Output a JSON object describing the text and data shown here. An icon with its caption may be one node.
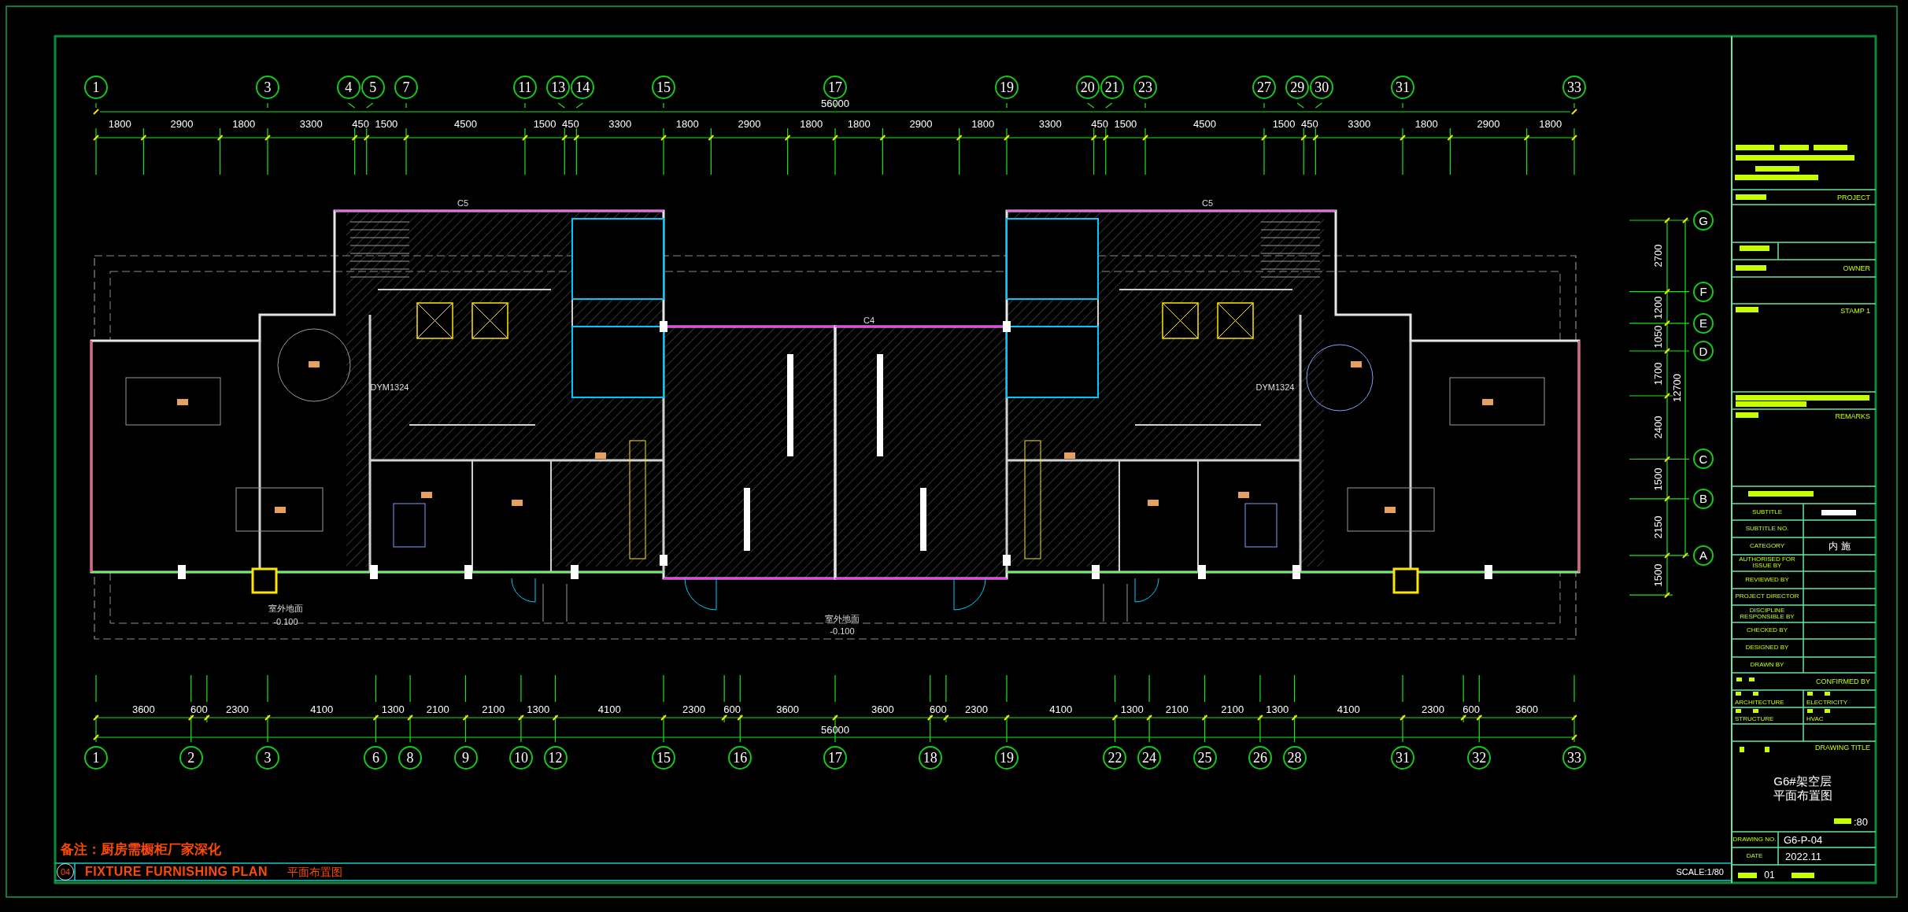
{
  "diagram": {
    "title": "FIXTURE FURNISHING PLAN",
    "nodes": [
      {
        "text": [
          "1"
        ]
      },
      {
        "text": [
          "3"
        ]
      },
      {
        "text": [
          "4"
        ]
      },
      {
        "text": [
          "5"
        ]
      },
      {
        "text": [
          "7"
        ]
      },
      {
        "text": [
          "11"
        ]
      },
      {
        "text": [
          "13"
        ]
      },
      {
        "text": [
          "14"
        ]
      },
      {
        "text": [
          "15"
        ]
      },
      {
        "text": [
          "17"
        ]
      },
      {
        "text": [
          "19"
        ]
      },
      {
        "text": [
          "20"
        ]
      },
      {
        "text": [
          "21"
        ]
      },
      {
        "text": [
          "23"
        ]
      },
      {
        "text": [
          "27"
        ]
      },
      {
        "text": [
          "29"
        ]
      },
      {
        "text": [
          "30"
        ]
      },
      {
        "text": [
          "31"
        ]
      },
      {
        "text": [
          "33"
        ]
      },
      {
        "text": [
          "G"
        ]
      },
      {
        "text": [
          "F"
        ]
      },
      {
        "text": [
          "E"
        ]
      },
      {
        "text": [
          "D"
        ]
      },
      {
        "text": [
          "C"
        ]
      },
      {
        "text": [
          "B"
        ]
      },
      {
        "text": [
          "A"
        ]
      },
      {
        "text": [
          "1"
        ]
      },
      {
        "text": [
          "2"
        ]
      },
      {
        "text": [
          "3"
        ]
      },
      {
        "text": [
          "6"
        ]
      },
      {
        "text": [
          "8"
        ]
      },
      {
        "text": [
          "9"
        ]
      },
      {
        "text": [
          "10"
        ]
      },
      {
        "text": [
          "12"
        ]
      },
      {
        "text": [
          "15"
        ]
      },
      {
        "text": [
          "16"
        ]
      },
      {
        "text": [
          "17"
        ]
      },
      {
        "text": [
          "18"
        ]
      },
      {
        "text": [
          "19"
        ]
      },
      {
        "text": [
          "22"
        ]
      },
      {
        "text": [
          "24"
        ]
      },
      {
        "text": [
          "25"
        ]
      },
      {
        "text": [
          "26"
        ]
      },
      {
        "text": [
          "28"
        ]
      },
      {
        "text": [
          "31"
        ]
      },
      {
        "text": [
          "32"
        ]
      },
      {
        "text": [
          "33"
        ]
      },
      {
        "text": [
          "04"
        ]
      }
    ],
    "labels": [
      "56000",
      "1800",
      "2900",
      "1800",
      "3300",
      "450",
      "1500",
      "4500",
      "1500",
      "450",
      "3300",
      "1800",
      "2900",
      "1800",
      "1800",
      "2900",
      "1800",
      "3300",
      "450",
      "1500",
      "4500",
      "1500",
      "450",
      "3300",
      "1800",
      "2900",
      "1800",
      "12700",
      "2700",
      "1200",
      "1050",
      "1700",
      "2400",
      "1500",
      "2150",
      "1500",
      "C5",
      "C5",
      "C4",
      "DYM1324",
      "DYM1324",
      "室外地面",
      "-0.100",
      "室外地面",
      "-0.100",
      "3600",
      "600",
      "2300",
      "4100",
      "1300",
      "2100",
      "2100",
      "1300",
      "4100",
      "2300",
      "600",
      "3600",
      "3600",
      "600",
      "2300",
      "4100",
      "1300",
      "2100",
      "2100",
      "1300",
      "4100",
      "2300",
      "600",
      "3600",
      "56000",
      "PROJECT",
      "OWNER",
      "STAMP 1",
      "REMARKS",
      "SUBTITLE",
      "SUBTITLE NO.",
      "CATEGORY",
      "内 施",
      "AUTHORISED FOR ISSUE BY",
      "REVIEWED BY",
      "PROJECT DIRECTOR",
      "DISCIPLINE RESPONSIBLE BY",
      "CHECKED BY",
      "DESIGNED BY",
      "DRAWN BY",
      "CONFIRMED BY",
      "ARCHITECTURE",
      "ELECTRICITY",
      "STRUCTURE",
      "HVAC",
      "DRAWING TITLE",
      "G6#架空层",
      "平面布置图",
      ":80",
      "DRAWING NO.",
      "G6-P-04",
      "DATE",
      "2022.11",
      "01",
      "备注：厨房需橱柜厂家深化",
      "平面布置图",
      "SCALE:1/80"
    ]
  }
}
